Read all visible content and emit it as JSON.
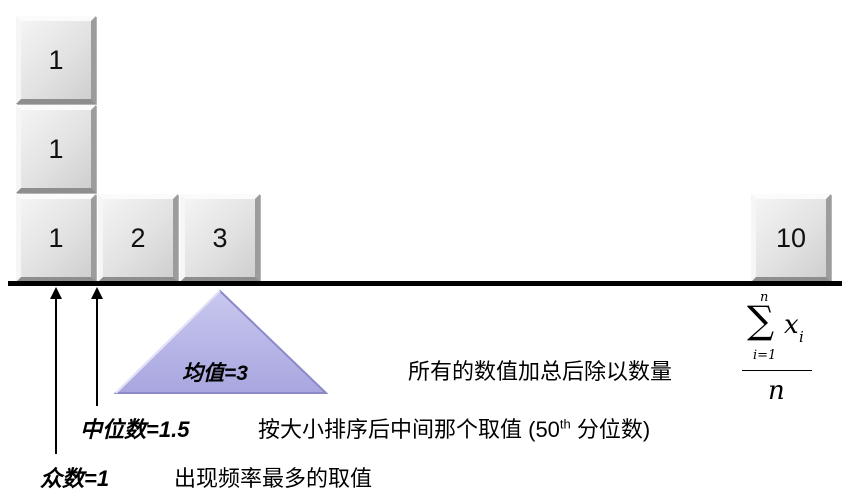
{
  "boxes": [
    {
      "value": "1",
      "col": 0,
      "row": 2
    },
    {
      "value": "1",
      "col": 0,
      "row": 1
    },
    {
      "value": "1",
      "col": 0,
      "row": 0
    },
    {
      "value": "2",
      "col": 1,
      "row": 0
    },
    {
      "value": "3",
      "col": 2,
      "row": 0
    },
    {
      "value": "10",
      "col": 9,
      "row": 0
    }
  ],
  "mean": {
    "term": "均值=3",
    "desc": "所有的数值加总后除以数量"
  },
  "median": {
    "term": "中位数=1.5",
    "desc_prefix": "按大小排序后中间那个取值 (50",
    "desc_sup": "th",
    "desc_suffix": " 分位数)"
  },
  "mode": {
    "term": "众数=1",
    "desc": "出现频率最多的取值"
  },
  "formula": {
    "upper": "n",
    "sum": "∑",
    "var": "x",
    "sub": "i",
    "lower": "i=1",
    "denominator": "n"
  }
}
